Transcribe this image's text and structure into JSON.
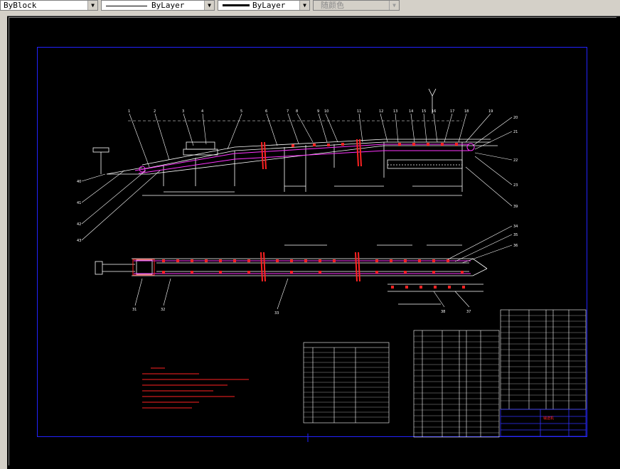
{
  "toolbar": {
    "block_combo": "ByBlock",
    "linetype_combo": "ByLayer",
    "lineweight_combo": "ByLayer",
    "color_combo": "随颜色",
    "arrow": "▼"
  },
  "colors": {
    "frame": "#2222ff",
    "drawing": "#ffffff",
    "belt": "#ff33ff",
    "roller": "#ff2222",
    "notes": "#ff2222",
    "title_block": "#3333ff"
  },
  "drawing": {
    "balloons_top": [
      "1",
      "2",
      "3",
      "4",
      "5",
      "6",
      "7",
      "8",
      "9",
      "10",
      "11",
      "12",
      "13",
      "14",
      "15",
      "16",
      "17",
      "18",
      "19",
      "20",
      "21",
      "22",
      "23"
    ],
    "balloons_left": [
      "40",
      "41",
      "42",
      "43"
    ],
    "plan_balloons": [
      "31",
      "32",
      "33",
      "34",
      "35",
      "36",
      "37",
      "38",
      "39"
    ],
    "title_cell": "输送机"
  }
}
